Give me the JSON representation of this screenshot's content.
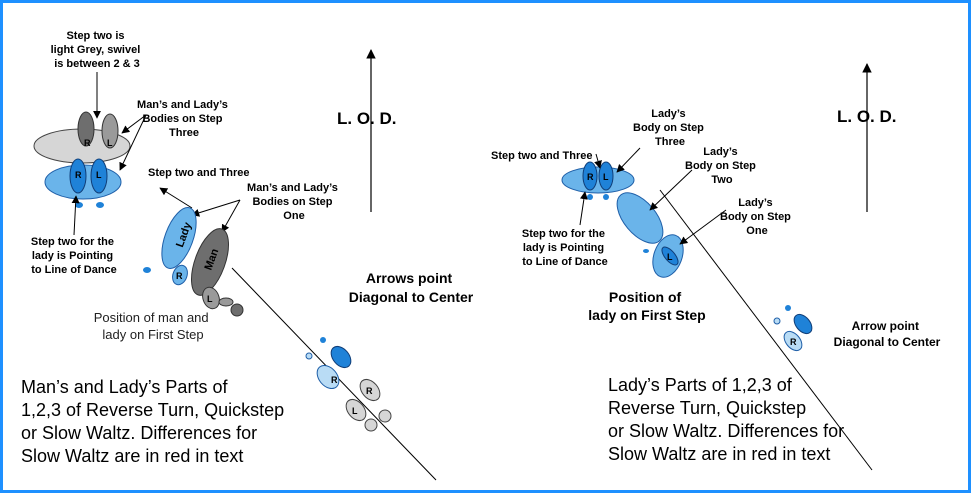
{
  "colors": {
    "border": "#1e90ff",
    "lady_dark": "#1f82d8",
    "lady_light": "#6ab4ea",
    "lady_pale": "#b9dcf5",
    "man_dark": "#6e6e6e",
    "man_mid": "#9a9a9a",
    "man_light": "#d6d6d6"
  },
  "left": {
    "lod": "L. O. D.",
    "label_step_two_grey": [
      "Step two is",
      "light Grey, swivel",
      "is between 2 & 3"
    ],
    "label_bodies_three": [
      "Man’s and Lady’s",
      "Bodies on Step",
      "Three"
    ],
    "label_step_two_three": "Step two and Three",
    "label_bodies_one": [
      "Man’s and Lady’s",
      "Bodies on Step",
      "One"
    ],
    "label_lady_pointing": [
      "Step two for the",
      "lady is Pointing",
      "to Line of Dance"
    ],
    "label_arrows": [
      "Arrows point",
      "Diagonal to Center"
    ],
    "label_position": [
      "Position of man and",
      "lady on First Step"
    ],
    "body_lady": "Lady",
    "body_man": "Man",
    "foot_r": "R",
    "foot_l": "L",
    "caption": [
      "Man’s and Lady’s Parts of",
      "1,2,3 of Reverse Turn, Quickstep",
      "or Slow Waltz.  Differences for",
      "Slow Waltz are in red in text"
    ]
  },
  "right": {
    "lod": "L. O. D.",
    "label_body_three": [
      "Lady’s",
      "Body on Step",
      "Three"
    ],
    "label_step_two_three": "Step two and Three",
    "label_body_two": [
      "Lady’s",
      "Body on Step",
      "Two"
    ],
    "label_body_one": [
      "Lady’s",
      "Body on Step",
      "One"
    ],
    "label_lady_pointing": [
      "Step two for the",
      "lady is Pointing",
      "to Line of Dance"
    ],
    "label_position": [
      "Position of",
      "lady on First Step"
    ],
    "label_arrow": [
      "Arrow  point",
      "Diagonal to Center"
    ],
    "foot_r": "R",
    "foot_l": "L",
    "caption": [
      "Lady’s Parts of 1,2,3 of",
      "Reverse Turn, Quickstep",
      "or Slow Waltz.  Differences for",
      "Slow Waltz are in red in text"
    ]
  }
}
